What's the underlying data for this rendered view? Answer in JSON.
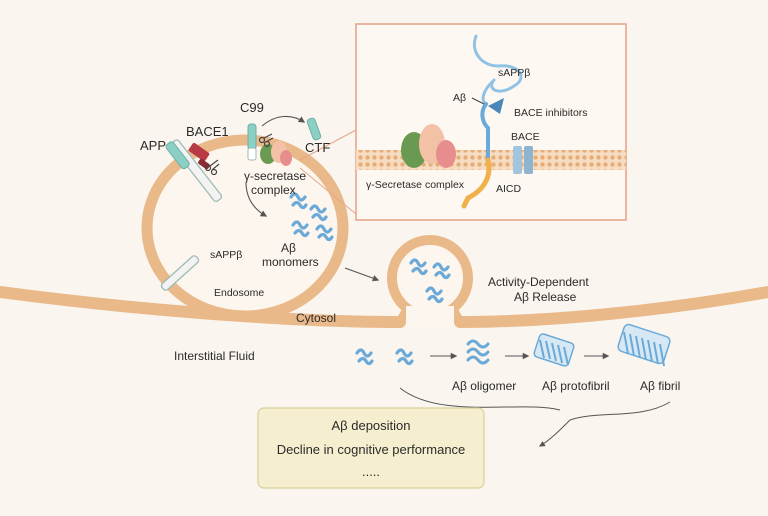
{
  "labels": {
    "app": "APP",
    "bace1": "BACE1",
    "c99": "C99",
    "ctf": "CTF",
    "gamma_secretase_line1": "γ-secretase",
    "gamma_secretase_line2": "complex",
    "ab_monomers_line1": "Aβ",
    "ab_monomers_line2": "monomers",
    "sappb_endosome": "sAPPβ",
    "endosome": "Endosome",
    "cytosol": "Cytosol",
    "interstitial_fluid": "Interstitial Fluid",
    "activity_release_line1": "Activity-Dependent",
    "activity_release_line2": "Aβ Release",
    "ab_oligomer": "Aβ oligomer",
    "ab_protofibril": "Aβ protofibril",
    "ab_fibril": "Aβ fibril"
  },
  "inset": {
    "sappb": "sAPPβ",
    "ab": "Aβ",
    "bace_inhibitors": "BACE inhibitors",
    "bace": "BACE",
    "gamma_secretase_complex": "γ-Secretase complex",
    "aicd": "AICD"
  },
  "outcomes": {
    "items": [
      "Aβ deposition",
      "Decline in cognitive performance",
      "....."
    ]
  },
  "colors": {
    "membrane": "#e9b98a",
    "membrane_light": "#f6dcc0",
    "abeta": "#6aa9d8",
    "app_teal": "#8ccfc4",
    "bace_red": "#b73a45",
    "gamma_green": "#6a9a52",
    "gamma_pink": "#e78d8d",
    "gamma_peach": "#f3c2a6",
    "aicd_orange": "#f0b04a",
    "inset_border": "#e7a68a",
    "outcome_fill": "#f5efcf",
    "outcome_border": "#d9cf9a"
  }
}
